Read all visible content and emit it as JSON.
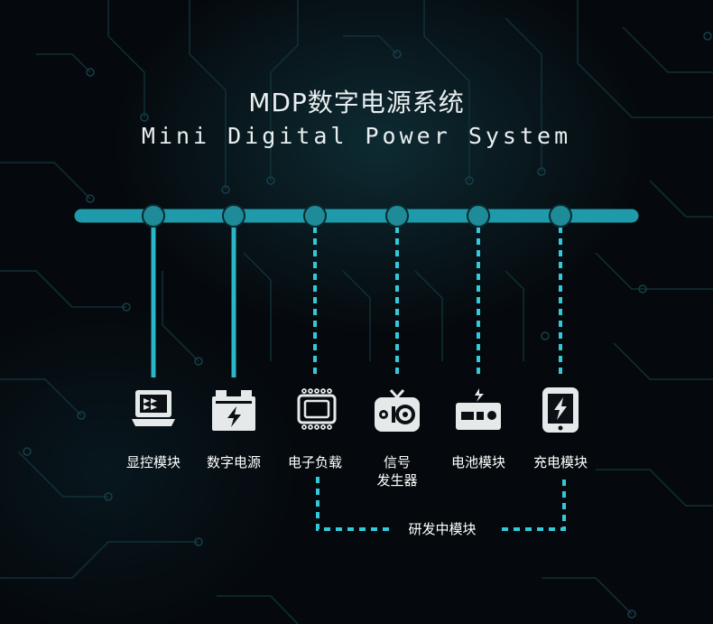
{
  "title": {
    "cn": "MDP数字电源系统",
    "en": "Mini Digital Power System"
  },
  "nodes": [
    {
      "label": "显控模块",
      "icon": "display-control-icon",
      "connection": "solid"
    },
    {
      "label": "数字电源",
      "icon": "battery-lightning-icon",
      "connection": "solid"
    },
    {
      "label": "电子负载",
      "icon": "chip-icon",
      "connection": "dashed"
    },
    {
      "label": "信号发生器",
      "label_lines": [
        "信号",
        "发生器"
      ],
      "icon": "signal-generator-icon",
      "connection": "dashed"
    },
    {
      "label": "电池模块",
      "icon": "battery-module-icon",
      "connection": "dashed"
    },
    {
      "label": "充电模块",
      "icon": "charger-icon",
      "connection": "dashed"
    }
  ],
  "dev_group": {
    "label": "研发中模块"
  },
  "colors": {
    "bus": "#1e9aaa",
    "bus_node": "#1f8b98",
    "bus_node_stroke": "#0b2a30",
    "link_solid": "#2ab6c6",
    "link_dashed": "#33c9d8",
    "icon": "#e6e9ea",
    "text": "#ffffff",
    "background": "#05090d"
  }
}
